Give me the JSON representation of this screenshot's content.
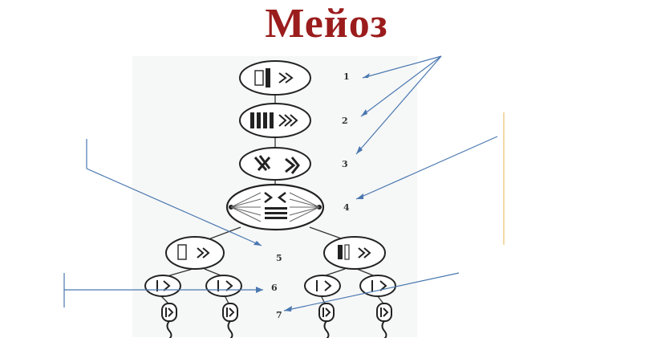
{
  "title": "Мейоз",
  "stage_labels": [
    "1",
    "2",
    "3",
    "4",
    "5",
    "6",
    "7"
  ]
}
